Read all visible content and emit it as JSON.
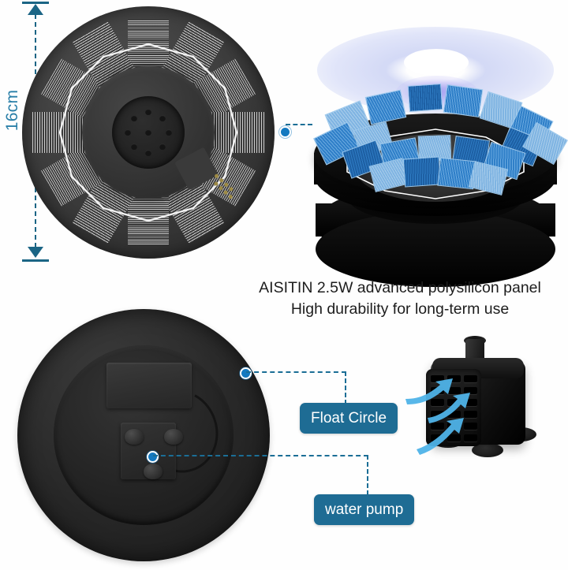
{
  "image": {
    "kind": "product-infographic",
    "product_brand": "AISITIN",
    "background_color": "#fefefe"
  },
  "dimension": {
    "label": "16cm",
    "orientation": "vertical",
    "color": "#2a7fa8",
    "line_color": "#1b6585",
    "measures": "solar-panel-diameter"
  },
  "caption": {
    "line1": "AISITIN 2.5W advanced polysilicon panel",
    "line2": "High durability for long-term use",
    "color": "#1d1d1d"
  },
  "callouts": [
    {
      "label": "Float Circle",
      "badge_color": "#1e6c94",
      "text_color": "#ffffff",
      "dot_color": "#1479c0",
      "line_color": "#1b6e96",
      "target": "outer-float-ring-on-underside"
    },
    {
      "label": "water pump",
      "badge_color": "#1e6c94",
      "text_color": "#ffffff",
      "dot_color": "#1479c0",
      "line_color": "#1b6e96",
      "target": "pump-mount-on-underside"
    }
  ],
  "panels": {
    "top_left": {
      "name": "solar-panel-top-view",
      "description": "Round black polysilicon solar panel seen from above with radial striped cells, central nozzle hub and white float-circle outline",
      "body_color": "#3e3e3e",
      "accent_outline": "#ffffff",
      "connector_dot": true
    },
    "top_right": {
      "name": "exploded-panel-view",
      "description": "Exploded 3D view of the fountain: blue polysilicon cell flakes lifting off the black float body with a light halo above",
      "cell_color": "#2f7fc8",
      "halo_color": "#c5cdf3",
      "body_color": "#0b0b0b"
    },
    "bottom_left": {
      "name": "solar-panel-bottom-view",
      "description": "Underside of the fountain showing the float circle, battery box, cable and the pump mounting plate with three suction cups",
      "body_color": "#272727"
    },
    "bottom_right": {
      "name": "water-pump-photo",
      "description": "Black cube submersible water pump with grille intake face, top outlet spout and suction-cup feet; cyan arrows show water being drawn in",
      "body_color": "#1a1a1a",
      "arrow_color": "#4fb3e8"
    }
  },
  "icons": {
    "arrow_up": "arrow-up-icon",
    "arrow_down": "arrow-down-icon",
    "callout_dot": "callout-dot-icon",
    "water_flow_arrow": "water-flow-arrow-icon"
  }
}
